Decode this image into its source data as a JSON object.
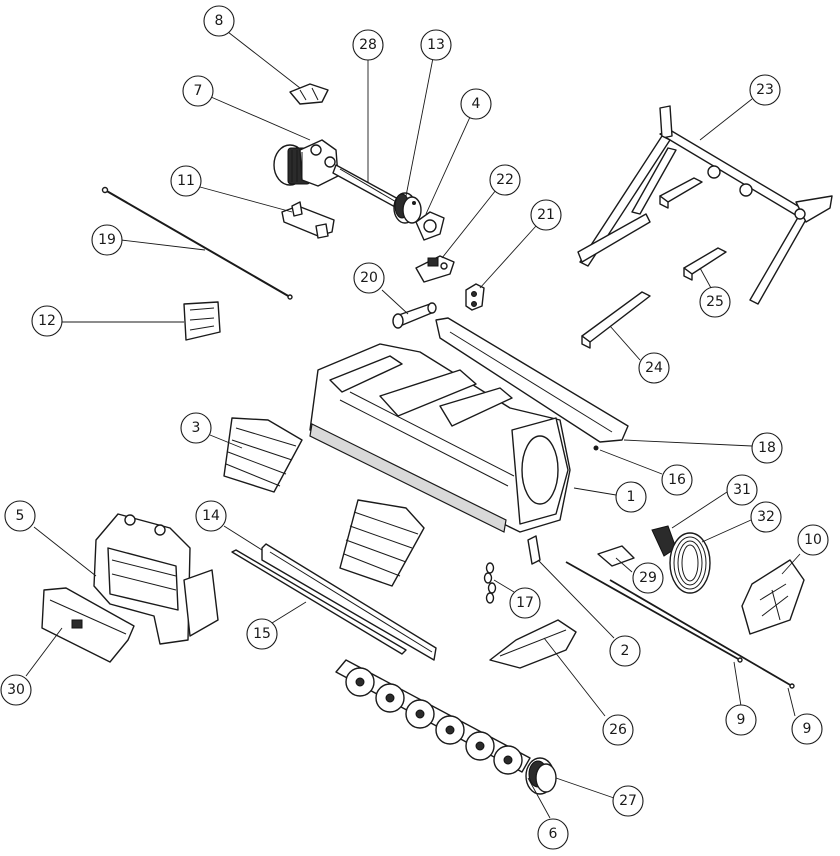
{
  "callouts": [
    {
      "label": "8",
      "part": "bracket-clip"
    },
    {
      "label": "28",
      "part": "drive-shaft"
    },
    {
      "label": "13",
      "part": "pulley"
    },
    {
      "label": "7",
      "part": "gearbox"
    },
    {
      "label": "4",
      "part": "bearing-flange"
    },
    {
      "label": "23",
      "part": "three-point-frame"
    },
    {
      "label": "22",
      "part": "mount-bracket"
    },
    {
      "label": "11",
      "part": "gearbox-bracket"
    },
    {
      "label": "21",
      "part": "small-bracket"
    },
    {
      "label": "19",
      "part": "long-rod"
    },
    {
      "label": "20",
      "part": "hydraulic-pin"
    },
    {
      "label": "12",
      "part": "side-bracket"
    },
    {
      "label": "25",
      "part": "frame-tube"
    },
    {
      "label": "24",
      "part": "frame-bar"
    },
    {
      "label": "3",
      "part": "rear-shield"
    },
    {
      "label": "18",
      "part": "rear-flap"
    },
    {
      "label": "16",
      "part": "bolt"
    },
    {
      "label": "1",
      "part": "main-housing"
    },
    {
      "label": "31",
      "part": "belt"
    },
    {
      "label": "14",
      "part": "skid-strip"
    },
    {
      "label": "32",
      "part": "belt-set"
    },
    {
      "label": "10",
      "part": "side-cover"
    },
    {
      "label": "5",
      "part": "headstock"
    },
    {
      "label": "29",
      "part": "guard-plate"
    },
    {
      "label": "17",
      "part": "chain"
    },
    {
      "label": "15",
      "part": "skid-plate"
    },
    {
      "label": "2",
      "part": "small-plate"
    },
    {
      "label": "30",
      "part": "deflector"
    },
    {
      "label": "26",
      "part": "skid-shoe"
    },
    {
      "label": "9",
      "part": "rod-left"
    },
    {
      "label": "9",
      "part": "rod-right"
    },
    {
      "label": "27",
      "part": "rotor-pulley"
    },
    {
      "label": "6",
      "part": "rotor"
    }
  ]
}
